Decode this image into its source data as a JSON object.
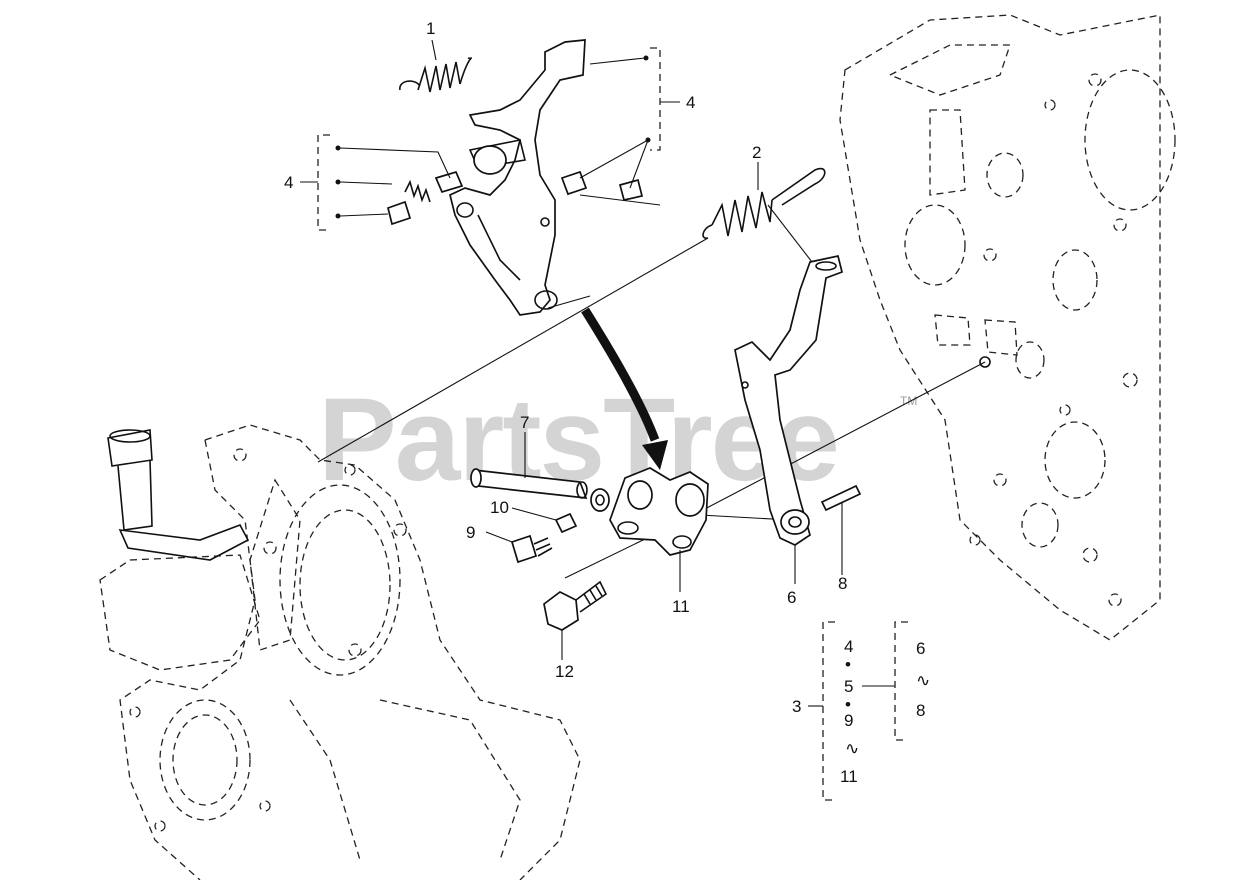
{
  "watermark": {
    "text": "PartsTree",
    "trademark": "TM"
  },
  "callouts": {
    "c1": "1",
    "c2": "2",
    "c3": "3",
    "c4_top": "4",
    "c4_left": "4",
    "c6": "6",
    "c7": "7",
    "c8": "8",
    "c9": "9",
    "c10": "10",
    "c11": "11",
    "c12": "12"
  },
  "legend": {
    "group_label": "3",
    "main_column": [
      "4",
      "•",
      "5",
      "•",
      "9",
      "∿",
      "11"
    ],
    "sub_column": [
      "6",
      "∿",
      "8"
    ]
  }
}
